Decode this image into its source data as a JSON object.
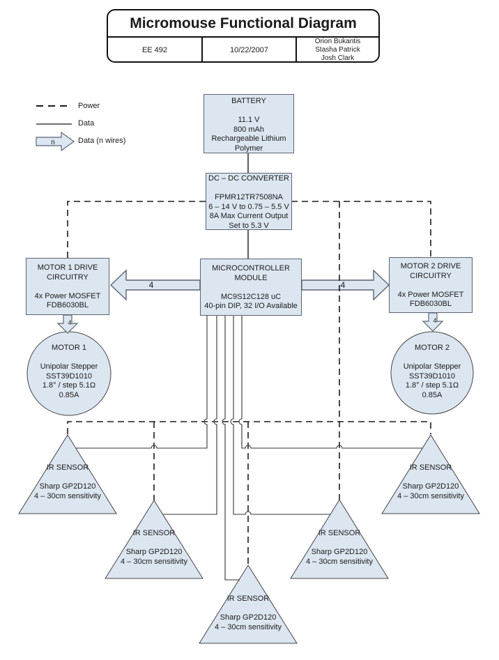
{
  "title_block": {
    "title": "Micromouse Functional Diagram",
    "course": "EE 492",
    "date": "10/22/2007",
    "authors": [
      "Orion Bukantis",
      "Stasha Patrick",
      "Josh Clark"
    ]
  },
  "legend": {
    "power_label": "Power",
    "data_label": "Data",
    "data_n_label": "Data (n wires)",
    "n_symbol": "n"
  },
  "nodes": {
    "battery": [
      "BATTERY",
      "",
      "11.1 V",
      "800 mAh",
      "Rechargeable Lithium",
      "Polymer"
    ],
    "dc_converter": [
      "DC – DC CONVERTER",
      "",
      "FPMR12TR7508NA",
      "6 – 14 V to 0.75 – 5.5 V",
      "8A Max Current Output",
      "Set to 5.3 V"
    ],
    "microcontroller": [
      "MICROCONTROLLER",
      "MODULE",
      "",
      "MC9S12C128 uC",
      "40-pin DIP, 32 I/O Available"
    ],
    "motor1_drive": [
      "MOTOR 1 DRIVE",
      "CIRCUITRY",
      "",
      "4x Power MOSFET",
      "FDB6030BL"
    ],
    "motor2_drive": [
      "MOTOR 2 DRIVE",
      "CIRCUITRY",
      "",
      "4x Power MOSFET",
      "FDB6030BL"
    ],
    "motor1": [
      "MOTOR 1",
      "",
      "Unipolar Stepper",
      "SST39D1010",
      "1.8° / step 5.1Ω",
      "0.85A"
    ],
    "motor2": [
      "MOTOR 2",
      "",
      "Unipolar Stepper",
      "SST39D1010",
      "1.8° / step 5.1Ω",
      "0.85A"
    ],
    "ir_sensor": [
      "IR SENSOR",
      "",
      "Sharp GP2D120",
      "4 – 30cm sensitivity"
    ]
  },
  "wire_labels": {
    "mcu_to_motor1_drive": "4",
    "mcu_to_motor2_drive": "4",
    "motor1_drive_to_motor": "4",
    "motor2_drive_to_motor": "4"
  },
  "colors": {
    "node_fill": "#dce6f1",
    "node_border": "#5a6472",
    "line": "#1a1a1a"
  }
}
